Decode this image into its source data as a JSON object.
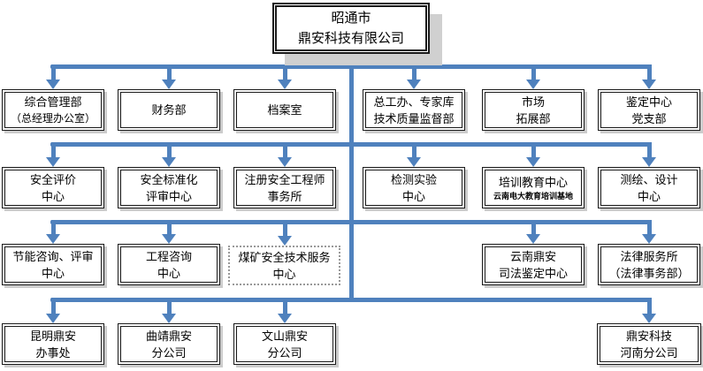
{
  "colors": {
    "connector": "#4F81BD",
    "box_border": "#1a1a1a",
    "box_shadow": "#cccccc",
    "dotted_border": "#999999",
    "background": "#ffffff"
  },
  "org": {
    "root": {
      "line1": "昭通市",
      "line2": "鼎安科技有限公司"
    },
    "level1": [
      {
        "line1": "综合管理部",
        "line2": "（总经理办公室）"
      },
      {
        "line1": "财务部"
      },
      {
        "line1": "档案室"
      },
      {
        "line1": "总工办、专家库",
        "line2": "技术质量监督部"
      },
      {
        "line1": "市场",
        "line2": "拓展部"
      },
      {
        "line1": "鉴定中心",
        "line2": "党支部"
      }
    ],
    "level2": [
      {
        "line1": "安全评价",
        "line2": "中心"
      },
      {
        "line1": "安全标准化",
        "line2": "评审中心"
      },
      {
        "line1": "注册安全工程师",
        "line2": "事务所"
      },
      {
        "line1": "检测实验",
        "line2": "中心"
      },
      {
        "line1": "培训教育中心",
        "line2": "云南电大教育培训基地"
      },
      {
        "line1": "测绘、设计",
        "line2": "中心"
      }
    ],
    "level3": [
      {
        "line1": "节能咨询、评审",
        "line2": "中心"
      },
      {
        "line1": "工程咨询",
        "line2": "中心"
      },
      {
        "line1": "煤矿安全技术服务",
        "line2": "中心"
      },
      {
        "line1": "云南鼎安",
        "line2": "司法鉴定中心"
      },
      {
        "line1": "法律服务所",
        "line2": "（法律事务部）"
      }
    ],
    "level4": [
      {
        "line1": "昆明鼎安",
        "line2": "办事处"
      },
      {
        "line1": "曲靖鼎安",
        "line2": "分公司"
      },
      {
        "line1": "文山鼎安",
        "line2": "分公司"
      },
      {
        "line1": "鼎安科技",
        "line2": "河南分公司"
      }
    ]
  }
}
